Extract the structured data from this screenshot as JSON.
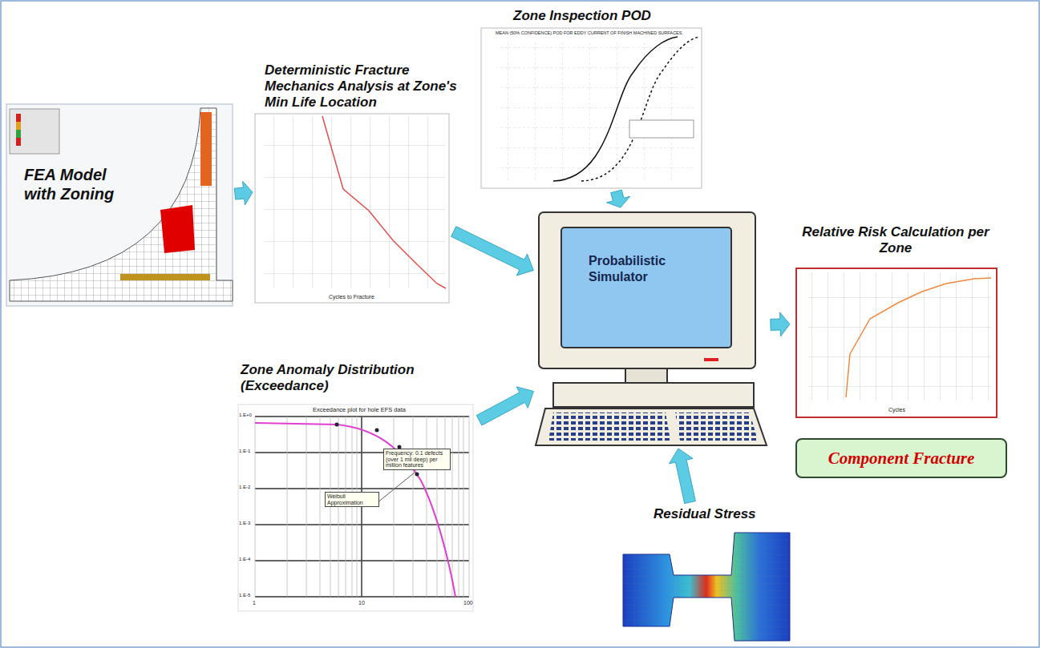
{
  "diagram": {
    "nodes": [
      {
        "text": [
          "FEA Model with Zoning"
        ]
      },
      {
        "text": [
          "Deterministic Fracture Mechanics Analysis at Zone's Min Life Location"
        ]
      },
      {
        "text": [
          "Zone Inspection POD"
        ]
      },
      {
        "text": [
          "Relative Risk Calculation per Zone"
        ]
      },
      {
        "text": [
          "Probabilistic Simulator"
        ]
      },
      {
        "text": [
          "Component Fracture"
        ]
      },
      {
        "text": [
          "Zone Anomaly Distribution (Exceedance)"
        ]
      },
      {
        "text": [
          "Residual Stress"
        ]
      }
    ],
    "edges": [
      {
        "from": 0,
        "to": 1,
        "arrow": "to"
      },
      {
        "from": 1,
        "to": 4,
        "arrow": "to"
      },
      {
        "from": 2,
        "to": 4,
        "arrow": "to"
      },
      {
        "from": 6,
        "to": 4,
        "arrow": "to"
      },
      {
        "from": 7,
        "to": 4,
        "arrow": "to"
      },
      {
        "from": 4,
        "to": 3,
        "arrow": "to"
      }
    ],
    "labels": [
      "MEAN (50% CONFIDENCE) POD FOR EDDY CURRENT OF FINISH MACHINED SURFACES",
      "Cycles to Fracture",
      "Exceedance plot for hole EFS data",
      "Frequency: 0.1 defects (over 1 mil deep) per million features",
      "Weibull Approximation",
      "1.E+0",
      "1.E-1",
      "1.E-2",
      "1.E-3",
      "1.E-4",
      "1.E-5",
      "1",
      "10",
      "100",
      "Cycles"
    ]
  }
}
